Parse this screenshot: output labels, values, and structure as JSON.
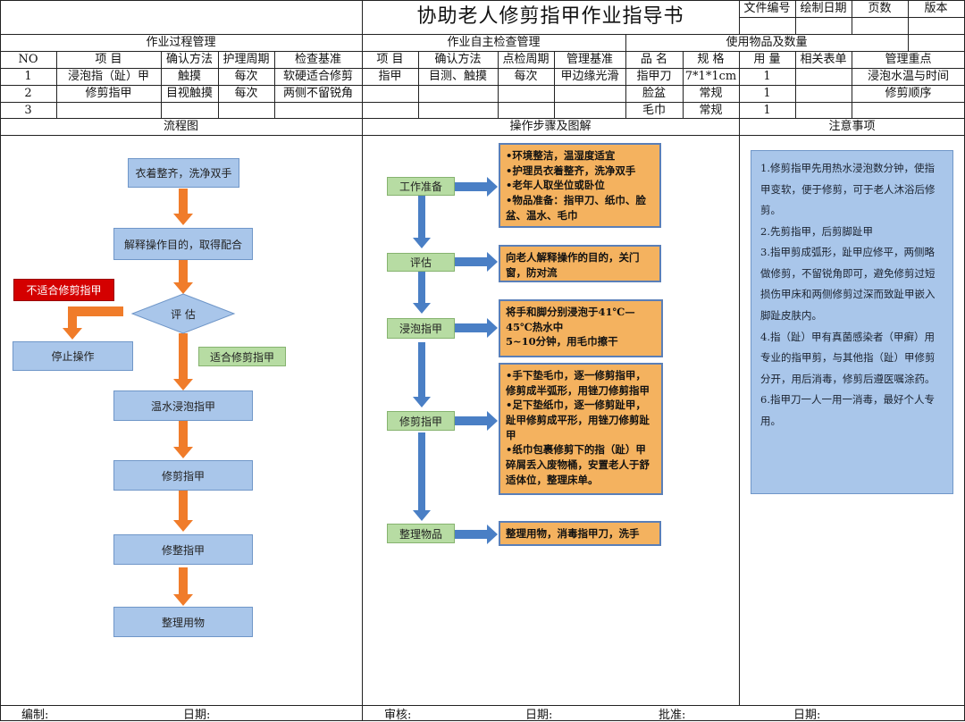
{
  "title": "协助老人修剪指甲作业指导书",
  "doc_meta": {
    "headers": [
      "文件编号",
      "绘制日期",
      "页数",
      "版本"
    ]
  },
  "sections": {
    "process_mgmt": "作业过程管理",
    "self_check": "作业自主检查管理",
    "supplies": "使用物品及数量",
    "flowchart": "流程图",
    "steps": "操作步骤及图解",
    "notes": "注意事项"
  },
  "table": {
    "headers": [
      "NO",
      "项  目",
      "确认方法",
      "护理周期",
      "检查基准",
      "项  目",
      "确认方法",
      "点检周期",
      "管理基准",
      "品  名",
      "规  格",
      "用  量",
      "相关表单",
      "管理重点"
    ],
    "rows": [
      [
        "1",
        "浸泡指（趾）甲",
        "触摸",
        "每次",
        "软硬适合修剪",
        "指甲",
        "目测、触摸",
        "每次",
        "甲边缘光滑",
        "指甲刀",
        "7*1*1cm",
        "1",
        "",
        "浸泡水温与时间"
      ],
      [
        "2",
        "修剪指甲",
        "目视触摸",
        "每次",
        "两侧不留锐角",
        "",
        "",
        "",
        "",
        "脸盆",
        "常规",
        "1",
        "",
        "修剪顺序"
      ],
      [
        "3",
        "",
        "",
        "",
        "",
        "",
        "",
        "",
        "",
        "毛巾",
        "常规",
        "1",
        "",
        ""
      ]
    ]
  },
  "flow": {
    "nodes": [
      "衣着整齐，洗净双手",
      "解释操作目的，取得配合",
      "评    估",
      "温水浸泡指甲",
      "修剪指甲",
      "修整指甲",
      "整理用物"
    ],
    "not_suitable": "不适合修剪指甲",
    "stop": "停止操作",
    "suitable": "适合修剪指甲"
  },
  "steps": [
    {
      "label": "工作准备",
      "lines": [
        "•环境整洁，温湿度适宜",
        "•护理员衣着整齐，洗净双手",
        "•老年人取坐位或卧位",
        "•物品准备：指甲刀、纸巾、脸盆、温水、毛巾"
      ]
    },
    {
      "label": "评估",
      "lines": [
        "向老人解释操作的目的，关门窗，防对流"
      ]
    },
    {
      "label": "浸泡指甲",
      "lines": [
        "将手和脚分别浸泡于41℃—45℃热水中",
        "5~10分钟，用毛巾擦干"
      ]
    },
    {
      "label": "修剪指甲",
      "lines": [
        "•手下垫毛巾，逐一修剪指甲，修剪成半弧形，用锉刀修剪指甲",
        "•足下垫纸巾，逐一修剪趾甲，趾甲修剪成平形，用锉刀修剪趾甲",
        "•纸巾包裹修剪下的指（趾）甲碎屑丢入废物桶，安置老人于舒适体位，整理床单。"
      ]
    },
    {
      "label": "整理物品",
      "lines": [
        "整理用物，消毒指甲刀，洗手"
      ]
    }
  ],
  "notes": [
    "1.修剪指甲先用热水浸泡数分钟，使指甲变软，便于修剪，可于老人沐浴后修剪。",
    "2.先剪指甲，后剪脚趾甲",
    "3.指甲剪成弧形，趾甲应修平，两侧略做修剪，不留锐角即可，避免修剪过短损伤甲床和两侧修剪过深而致趾甲嵌入脚趾皮肤内。",
    "4.指（趾）甲有真菌感染者（甲癣）用专业的指甲剪，与其他指（趾）甲修剪分开，用后消毒，修剪后遵医嘱涂药。",
    "6.指甲刀一人一用一消毒，最好个人专用。"
  ],
  "footer": [
    "编制:",
    "日期:",
    "审核:",
    "日期:",
    "批准:",
    "日期:"
  ],
  "colors": {
    "blue_box": "#a9c6ea",
    "orange_box": "#f4b25f",
    "arrow_orange": "#f07c2a",
    "arrow_blue": "#4a7fc5",
    "red_box": "#d40000",
    "green_box": "#b7dca3"
  }
}
